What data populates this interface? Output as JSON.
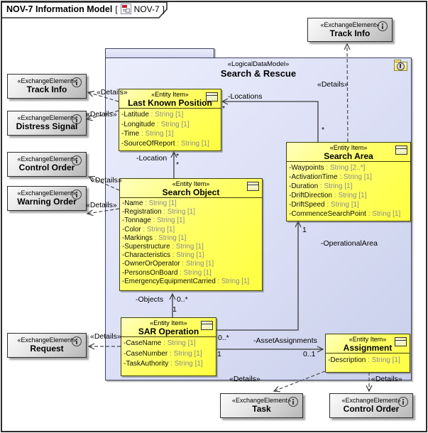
{
  "frame": {
    "title": "NOV-7 Information Model",
    "bracket_open": "[",
    "ref": "NOV-7",
    "bracket_close": "]"
  },
  "package": {
    "stereotype": "«LogicalDataModel»",
    "name": "Search & Rescue"
  },
  "entities": [
    {
      "stereotype": "«Entity Item»",
      "name": "Last Known Position",
      "attributes": [
        {
          "n": "-Latitude",
          "t": " : String [1]"
        },
        {
          "n": "-Longitude",
          "t": " : String [1]"
        },
        {
          "n": "-Time",
          "t": " : String [1]"
        },
        {
          "n": "-SourceOfReport",
          "t": " : String [1]"
        }
      ]
    },
    {
      "stereotype": "«Entity Item»",
      "name": "Search Area",
      "attributes": [
        {
          "n": "-Waypoints",
          "t": " : String [2..*]"
        },
        {
          "n": "-ActivationTime",
          "t": " : String [1]"
        },
        {
          "n": "-Duration",
          "t": " : String [1]"
        },
        {
          "n": "-DriftDirection",
          "t": " : String [1]"
        },
        {
          "n": "-DriftSpeed",
          "t": " : String [1]"
        },
        {
          "n": "-CommenceSearchPoint",
          "t": " : String [1]"
        }
      ]
    },
    {
      "stereotype": "«Entity Item»",
      "name": "Search Object",
      "attributes": [
        {
          "n": "-Name",
          "t": " : String [1]"
        },
        {
          "n": "-Registration",
          "t": " : String [1]"
        },
        {
          "n": "-Tonnage",
          "t": " : String [1]"
        },
        {
          "n": "-Color",
          "t": " : String [1]"
        },
        {
          "n": "-Markings",
          "t": " : String [1]"
        },
        {
          "n": "-Superstructure",
          "t": " : String [1]"
        },
        {
          "n": "-Characteristics",
          "t": " : String [1]"
        },
        {
          "n": "-OwnerOrOperator",
          "t": " : String [1]"
        },
        {
          "n": "-PersonsOnBoard",
          "t": " : String [1]"
        },
        {
          "n": "-EmergencyEquipmentCarried",
          "t": " : String [1]"
        }
      ]
    },
    {
      "stereotype": "«Entity Item»",
      "name": "SAR Operation",
      "attributes": [
        {
          "n": "-CaseName",
          "t": " : String [1]"
        },
        {
          "n": "-CaseNumber",
          "t": " : String [1]"
        },
        {
          "n": "-TaskAuthority",
          "t": " : String [1]"
        }
      ]
    },
    {
      "stereotype": "«Entity Item»",
      "name": "Assignment",
      "attributes": [
        {
          "n": "-Description",
          "t": " : String [1]"
        }
      ]
    }
  ],
  "exchange_elements": [
    {
      "stereotype": "«ExchangeElement»",
      "name": "Track Info"
    },
    {
      "stereotype": "«ExchangeElement»",
      "name": "Track Info"
    },
    {
      "stereotype": "«ExchangeElement»",
      "name": "Distress Signal"
    },
    {
      "stereotype": "«ExchangeElement»",
      "name": "Control Order"
    },
    {
      "stereotype": "«ExchangeElement»",
      "name": "Warning Order"
    },
    {
      "stereotype": "«ExchangeElement»",
      "name": "Request"
    },
    {
      "stereotype": "«ExchangeElement»",
      "name": "Task"
    },
    {
      "stereotype": "«ExchangeElement»",
      "name": "Control Order"
    }
  ],
  "edge_labels": {
    "details": "«Details»",
    "locations_role": "-Locations",
    "locations_m_target": "*",
    "locations_m_source": "*",
    "location_role": "-Location",
    "location_m_target": "*",
    "location_m_source": "*",
    "objects_role": "-Objects",
    "objects_m_target": "0..*",
    "objects_m_source": "1",
    "assetassignments_role": "-AssetAssignments",
    "assetassignments_m_upper": "0..*",
    "assetassignments_m_source": "1",
    "assetassignments_m_target": "0..1",
    "operationalarea_role": "-OperationalArea",
    "operationalarea_m_target": "1"
  },
  "colors": {
    "entity_fill": "#ffff55",
    "package_fill": "#dadef5",
    "exchange_fill": "#d9d9d9",
    "line": "#3a3a3a"
  }
}
